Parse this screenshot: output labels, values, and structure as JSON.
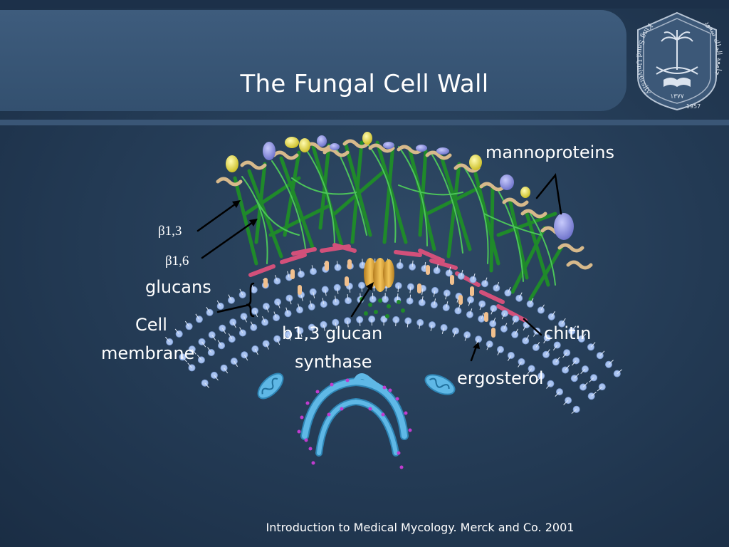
{
  "slide": {
    "title": "The Fungal Cell Wall",
    "citation": "Introduction to Medical Mycology. Merck and Co. 2001"
  },
  "labels": {
    "mannoproteins": "mannoproteins",
    "beta13": "β1,3",
    "beta16": "β1,6",
    "glucans": "glucans",
    "cell_membrane_line1": "Cell",
    "cell_membrane_line2": "membrane",
    "synthase_line1": "b1,3 glucan",
    "synthase_line2": "synthase",
    "chitin": "chitin",
    "ergosterol": "ergosterol"
  },
  "logo": {
    "text_left": "King Saud University",
    "text_right": "جامعة الملك سعود",
    "year": "1957",
    "hijri_year": "١٣٧٧"
  },
  "colors": {
    "glucan_dark": "#1f8a2a",
    "glucan_light": "#4cc45a",
    "mannoprotein_yellow": "#e8e04a",
    "mannoprotein_purple": "#8a8ee0",
    "chitin": "#d2507a",
    "ergosterol": "#f1c08e",
    "membrane_head": "#a9c3f0",
    "synthase": "#e0a53a",
    "organelle": "#5fb8e6",
    "ribosome": "#c03ccf"
  }
}
